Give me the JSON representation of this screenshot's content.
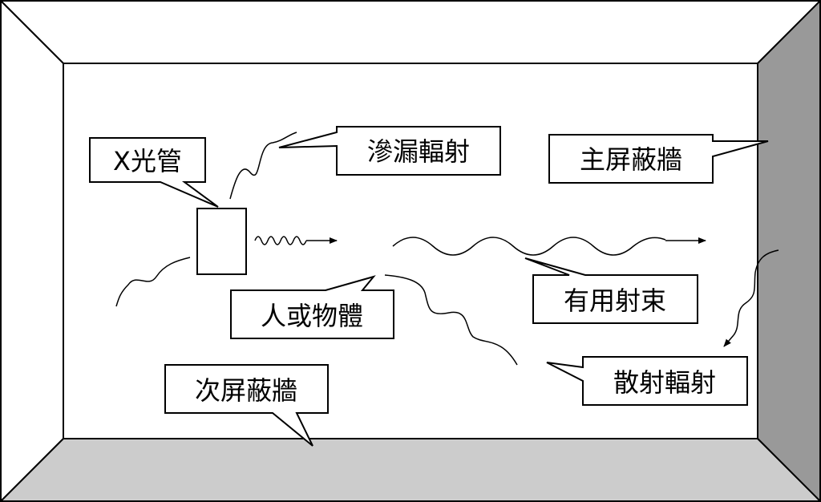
{
  "labels": {
    "xray_tube": "X光管",
    "leakage_radiation": "滲漏輻射",
    "primary_barrier": "主屏蔽牆",
    "useful_beam": "有用射束",
    "patient_or_object": "人或物體",
    "scattered_radiation": "散射輻射",
    "secondary_barrier": "次屏蔽牆"
  },
  "colors": {
    "floor": "#cccccc",
    "right_wall": "#999999",
    "back_wall": "#ffffff",
    "side_wall": "#ffffff",
    "stroke": "#000000"
  }
}
